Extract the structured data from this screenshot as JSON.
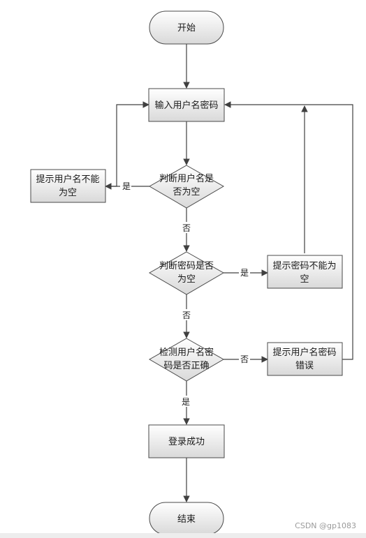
{
  "colors": {
    "node_fill_top": "#ffffff",
    "node_fill_bottom": "#d9d9d9",
    "stroke": "#4a4a4a",
    "connector": "#404040"
  },
  "nodes": {
    "start": [
      "开始"
    ],
    "input": [
      "输入用户名密码"
    ],
    "check_username_empty": [
      "判断用户名是",
      "否为空"
    ],
    "prompt_username_empty": [
      "提示用户名不能",
      "为空"
    ],
    "check_password_empty": [
      "判断密码是否",
      "为空"
    ],
    "prompt_password_empty": [
      "提示密码不能为",
      "空"
    ],
    "check_credentials": [
      "检测用户名密",
      "码是否正确"
    ],
    "prompt_credentials_error": [
      "提示用户名密码",
      "错误"
    ],
    "login_success": [
      "登录成功"
    ],
    "end": [
      "结束"
    ]
  },
  "edge_labels": {
    "username_empty_yes": "是",
    "username_empty_no": "否",
    "password_empty_yes": "是",
    "password_empty_no": "否",
    "credentials_wrong": "否",
    "credentials_ok": "是"
  },
  "watermark": "CSDN @gp1083"
}
